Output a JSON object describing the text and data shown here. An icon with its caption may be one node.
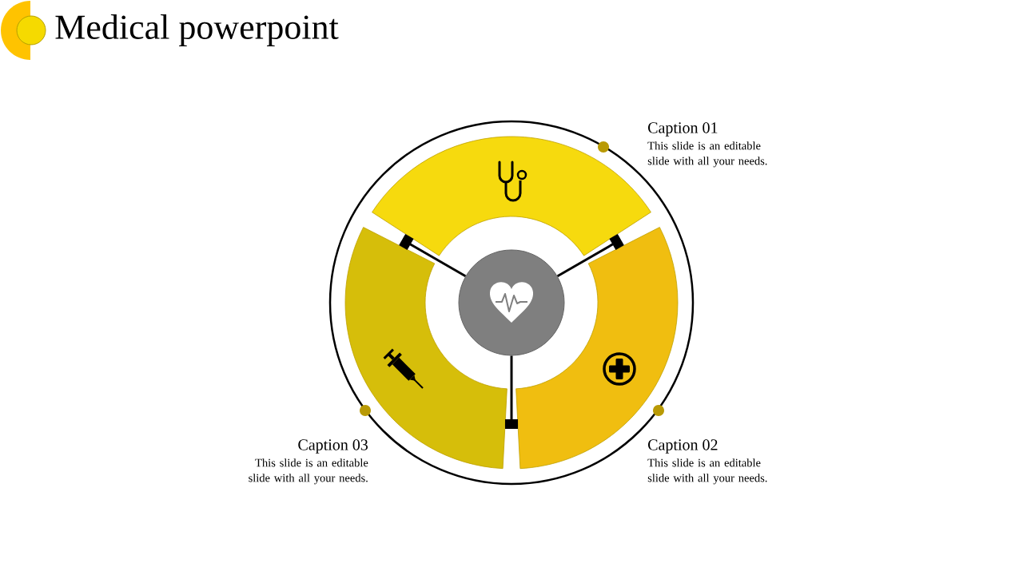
{
  "diagram": {
    "title": "Medical powerpoint",
    "nodes": [
      {
        "text": [],
        "shape": "circle"
      },
      {
        "text": [],
        "shape": "segment"
      },
      {
        "text": [],
        "shape": "segment"
      },
      {
        "text": [],
        "shape": "segment"
      }
    ],
    "edges": [
      {
        "from": 0,
        "to": 1,
        "arrow": "other"
      },
      {
        "from": 0,
        "to": 2,
        "arrow": "other"
      },
      {
        "from": 0,
        "to": 3,
        "arrow": "other"
      }
    ],
    "labels": [
      "Caption 01",
      "This slide is an editable slide with all your needs.",
      "Caption 03",
      "This slide is an editable slide with all your needs.",
      "Caption 02",
      "This slide is an editable slide with all your needs."
    ]
  }
}
